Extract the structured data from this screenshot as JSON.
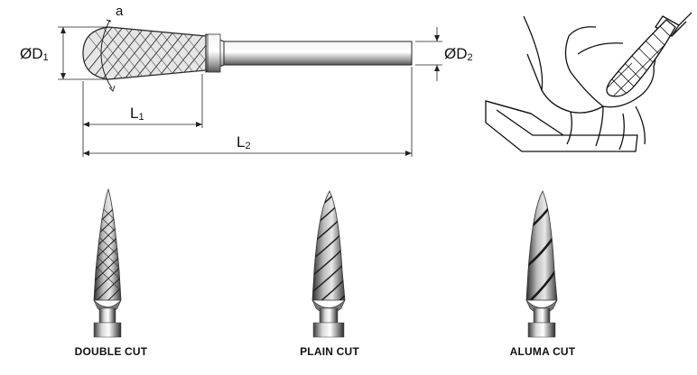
{
  "drawing": {
    "angle_symbol": "a",
    "dia_prefix": "Ø",
    "d1": {
      "main": "D",
      "sub": "1"
    },
    "d2": {
      "main": "D",
      "sub": "2"
    },
    "l1": {
      "main": "L",
      "sub": "1"
    },
    "l2": {
      "main": "L",
      "sub": "2"
    }
  },
  "cuts": [
    {
      "label": "DOUBLE CUT"
    },
    {
      "label": "PLAIN CUT"
    },
    {
      "label": "ALUMA CUT"
    }
  ]
}
